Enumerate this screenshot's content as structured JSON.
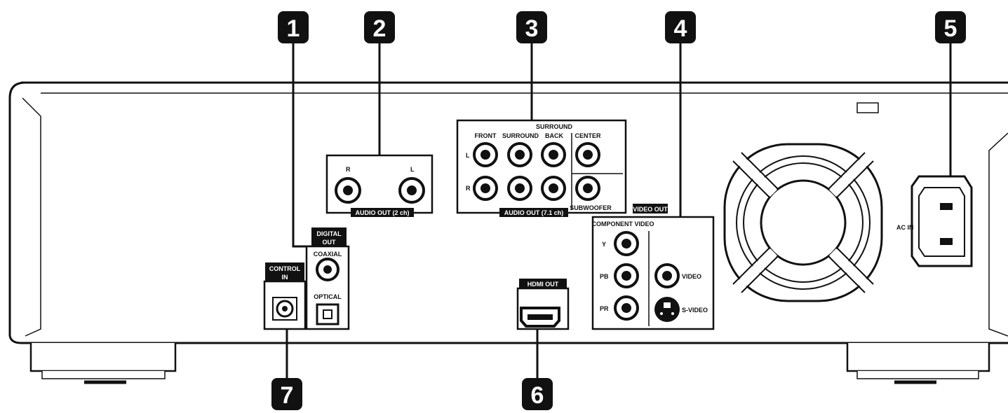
{
  "callouts": {
    "n1": "1",
    "n2": "2",
    "n3": "3",
    "n4": "4",
    "n5": "5",
    "n6": "6",
    "n7": "7"
  },
  "panels": {
    "audio_out_2ch": {
      "r": "R",
      "l": "L",
      "title": "AUDIO OUT (2 ch)"
    },
    "audio_out_51ch": {
      "front": "FRONT",
      "surround": "SURROUND",
      "surround_back_1": "SURROUND",
      "surround_back_2": "BACK",
      "center": "CENTER",
      "row_l": "L",
      "row_r": "R",
      "subwoofer": "SUBWOOFER",
      "title": "AUDIO OUT (7.1 ch)"
    },
    "video_out": {
      "title": "VIDEO OUT",
      "component": "COMPONENT VIDEO",
      "y": "Y",
      "pb": "PB",
      "pr": "PR",
      "video": "VIDEO",
      "svideo": "S-VIDEO"
    },
    "digital_out": {
      "title_1": "DIGITAL",
      "title_2": "OUT",
      "coaxial": "COAXIAL",
      "optical": "OPTICAL"
    },
    "control_in": {
      "title_1": "CONTROL",
      "title_2": "IN"
    },
    "hdmi": {
      "title": "HDMI OUT"
    },
    "ac_in": "AC IN"
  },
  "colors": {
    "ink": "#111111",
    "paper": "#ffffff"
  }
}
